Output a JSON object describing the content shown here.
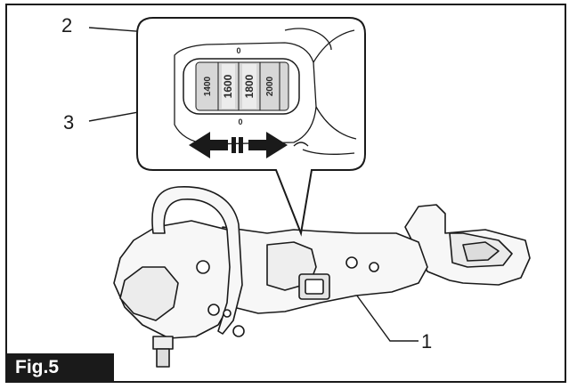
{
  "figure": {
    "label": "Fig.5",
    "callouts": [
      {
        "id": "1",
        "text": "1"
      },
      {
        "id": "2",
        "text": "2"
      },
      {
        "id": "3",
        "text": "3"
      }
    ],
    "speed_dial": {
      "values": [
        "1400",
        "1600",
        "1800",
        "2000"
      ],
      "top_marker": "0",
      "bottom_marker": "0"
    }
  }
}
